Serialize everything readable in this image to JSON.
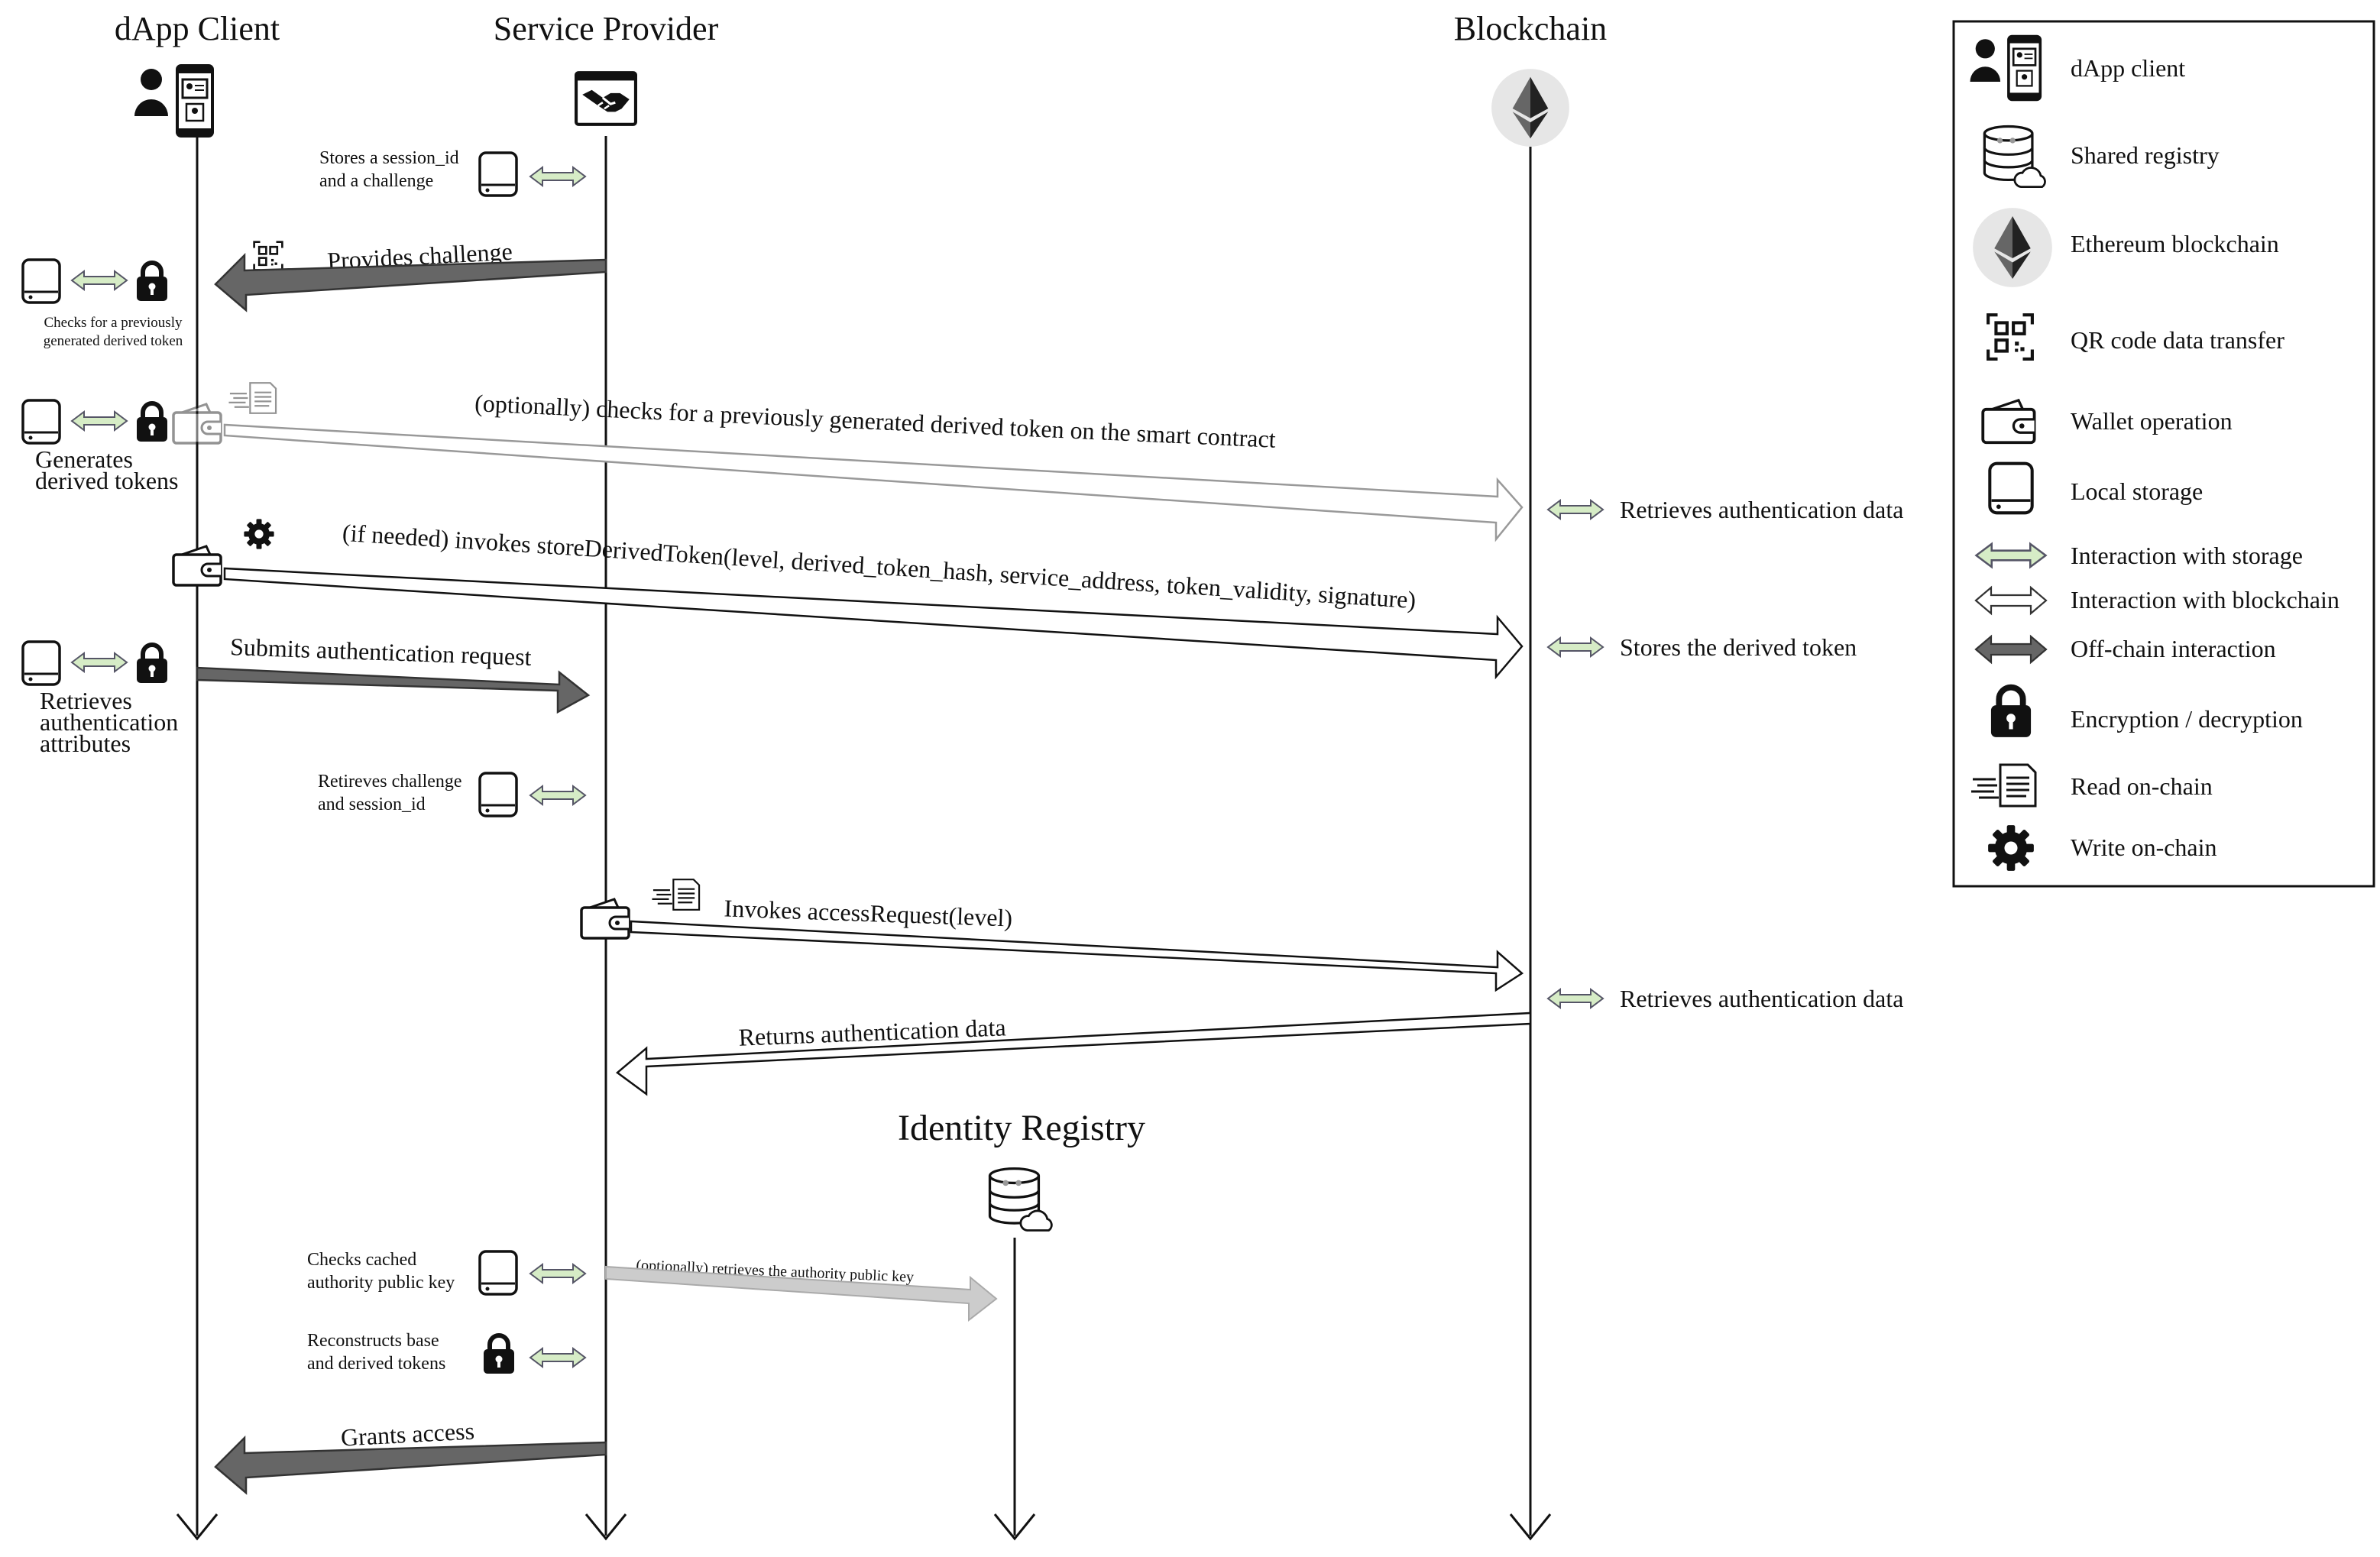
{
  "participants": {
    "dapp": "dApp Client",
    "sp": "Service Provider",
    "bc": "Blockchain",
    "ir": "Identity Registry"
  },
  "notes": {
    "sp_store_1": "Stores a session_id",
    "sp_store_2": "and a challenge",
    "client_check_1": "Checks for a previously",
    "client_check_2": "generated derived token",
    "client_gen_1": "Generates",
    "client_gen_2": "derived tokens",
    "client_retr_1": "Retrieves",
    "client_retr_2": "authentication",
    "client_retr_3": "attributes",
    "sp_retr_1": "Retireves challenge",
    "sp_retr_2": "and session_id",
    "sp_cache_1": "Checks cached",
    "sp_cache_2": "authority public key",
    "sp_recon_1": "Reconstructs base",
    "sp_recon_2": "and derived tokens",
    "bc_retr_1": "Retrieves authentication data",
    "bc_store": "Stores the derived token",
    "bc_retr_2": "Retrieves authentication data"
  },
  "messages": {
    "provides_challenge": "Provides challenge",
    "optional_check": "(optionally) checks for a previously generated derived token on the smart contract",
    "store_derived": "(if needed) invokes storeDerivedToken(level, derived_token_hash, service_address, token_validity, signature)",
    "submit_auth": "Submits authentication request",
    "access_request": "Invokes accessRequest(level)",
    "returns_auth": "Returns authentication data",
    "retrieve_pubkey": "(optionally) retrieves the authority public key",
    "grants_access": "Grants access"
  },
  "legend": {
    "items": [
      {
        "icon": "dapp-client-icon",
        "label": "dApp client"
      },
      {
        "icon": "shared-registry-icon",
        "label": "Shared registry"
      },
      {
        "icon": "ethereum-icon",
        "label": "Ethereum blockchain"
      },
      {
        "icon": "qr-code-icon",
        "label": "QR code data transfer"
      },
      {
        "icon": "wallet-icon",
        "label": "Wallet operation"
      },
      {
        "icon": "local-storage-icon",
        "label": "Local storage"
      },
      {
        "icon": "storage-arrow-icon",
        "label": "Interaction with storage"
      },
      {
        "icon": "blockchain-arrow-icon",
        "label": "Interaction with blockchain"
      },
      {
        "icon": "offchain-arrow-icon",
        "label": "Off-chain interaction"
      },
      {
        "icon": "lock-icon",
        "label": "Encryption / decryption"
      },
      {
        "icon": "read-onchain-icon",
        "label": "Read on-chain"
      },
      {
        "icon": "gear-icon",
        "label": "Write on-chain"
      }
    ]
  },
  "colors": {
    "storage_green": "#d6ecc6",
    "dark_arrow": "#555555",
    "light_arrow": "#cccccc",
    "line": "#111111"
  }
}
